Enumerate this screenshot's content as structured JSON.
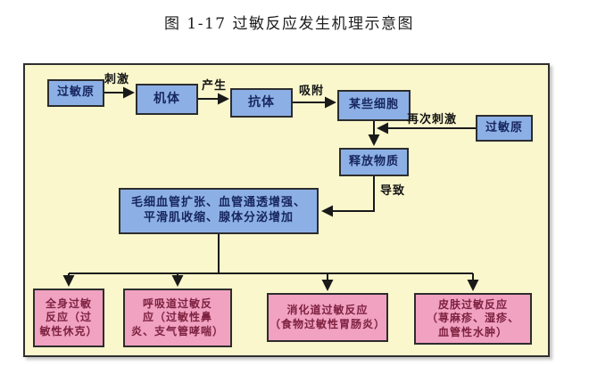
{
  "title": "图 1-17 过敏反应发生机理示意图",
  "colors": {
    "diagram_background": "#FAF7CD",
    "node_blue": "#8CB0E6",
    "node_blue_text": "#17265E",
    "node_pink": "#F0A2C0",
    "node_pink_text": "#7E2140",
    "line": "#1A1A1A"
  },
  "nodes": {
    "allergen_first": "过敏原",
    "organism": "机体",
    "antibody": "抗体",
    "certain_cells": "某些细胞",
    "allergen_again": "过敏原",
    "release_substance": "释放物质",
    "effects": "毛细血管扩张、血管通透增强、\n平滑肌收缩、腺体分泌增加",
    "outcome_systemic": "全身过敏\n反应（过\n敏性休克）",
    "outcome_respiratory": "呼吸道过敏反\n应（过敏性鼻\n炎、支气管哮喘）",
    "outcome_digestive": "消化道过敏反应\n（食物过敏性胃肠炎）",
    "outcome_skin": "皮肤过敏反应\n（荨麻疹、湿疹、\n血管性水肿）"
  },
  "edge_labels": {
    "stimulate": "刺激",
    "produce": "产生",
    "adsorb": "吸附",
    "restimulate": "再次刺激",
    "cause": "导致"
  }
}
